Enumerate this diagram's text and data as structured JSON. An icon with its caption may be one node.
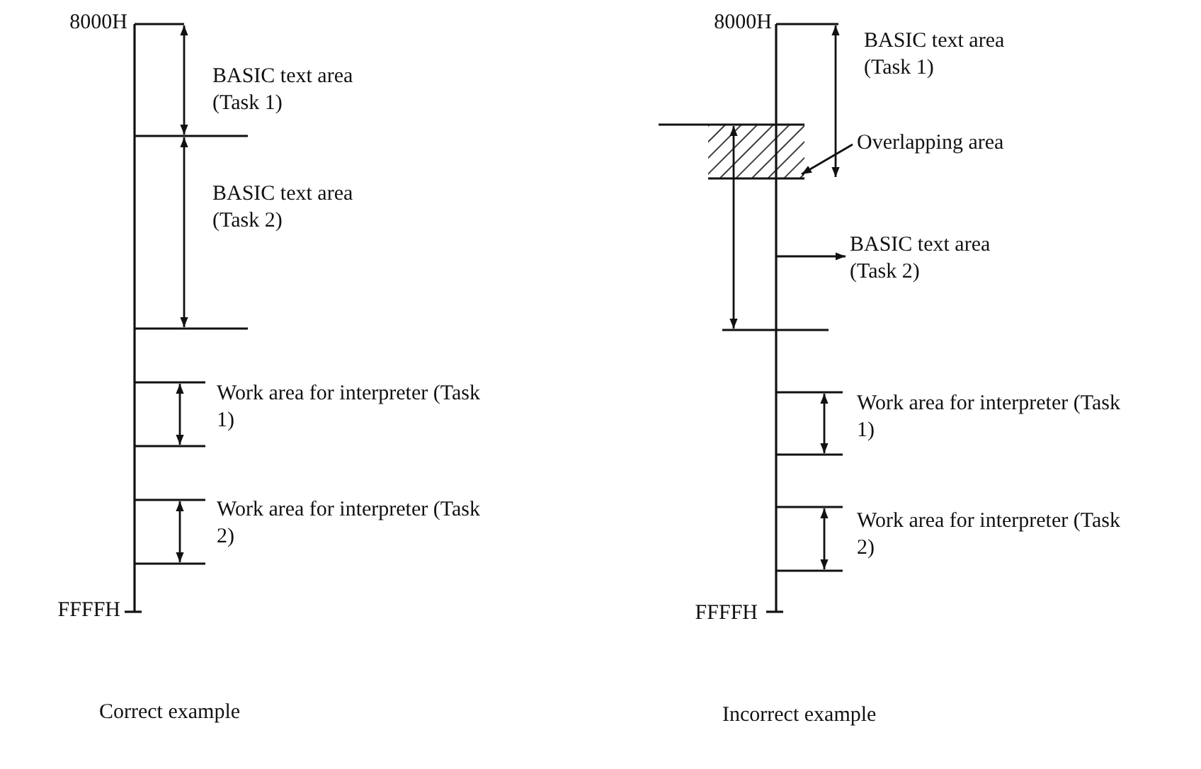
{
  "diagram": {
    "nodes": [
      {
        "text": [
          "Overlapping area"
        ]
      },
      {
        "text": [],
        "shape": "box"
      },
      {
        "text": [
          "BASIC text area (Task 2)"
        ]
      }
    ],
    "edges": [
      {
        "from": 0,
        "to": 1,
        "arrow": "to"
      },
      {
        "from": null,
        "to": 2,
        "arrow": "to"
      }
    ],
    "labels": [
      "8000H",
      "BASIC text area (Task 1)",
      "BASIC text area (Task 2)",
      "Work area for interpreter (Task 1)",
      "Work area for interpreter (Task 2)",
      "FFFFH",
      "Correct example",
      "8000H",
      "BASIC text area (Task 1)",
      "Work area for interpreter (Task 1)",
      "Work area for interpreter (Task 2)",
      "FFFFH",
      "Incorrect example"
    ]
  }
}
